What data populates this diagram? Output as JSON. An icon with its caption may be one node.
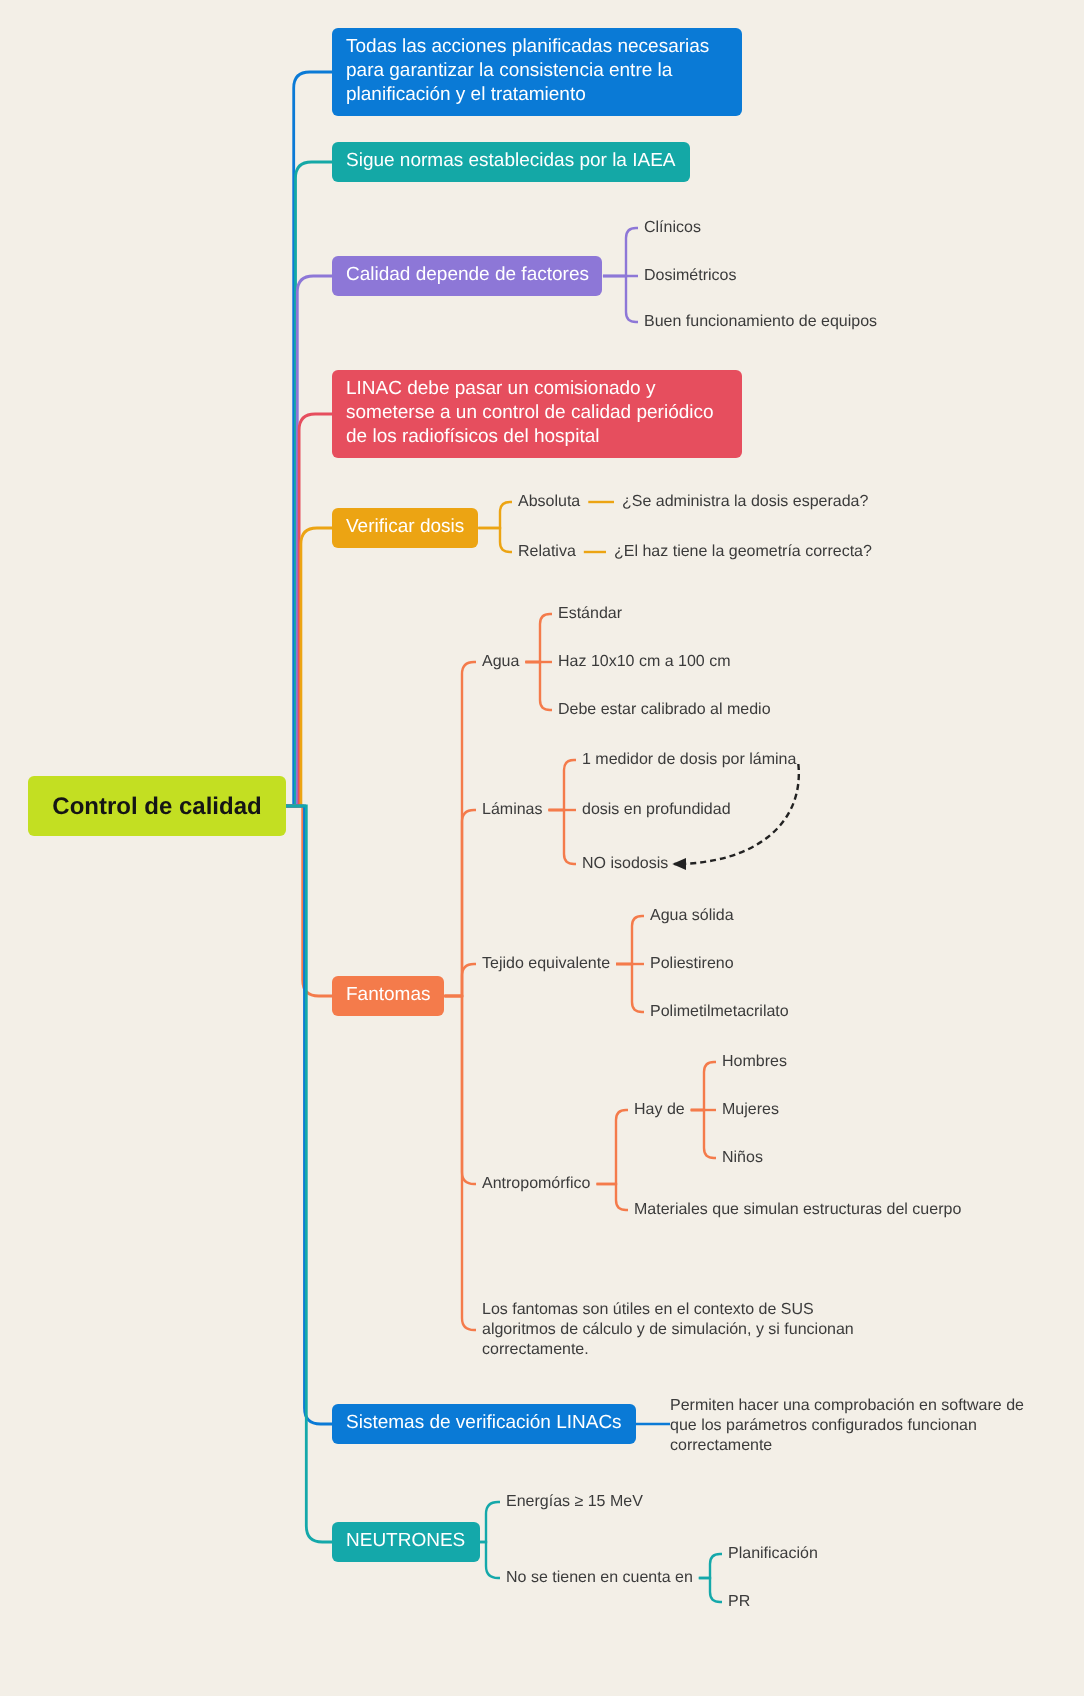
{
  "diagram": {
    "nodes": [
      {
        "text": [
          "Control de calidad"
        ]
      },
      {
        "text": [
          "Todas las acciones planificadas necesarias para garantizar la consistencia entre la planificación y el tratamiento"
        ]
      },
      {
        "text": [
          "Sigue normas establecidas por la IAEA"
        ]
      },
      {
        "text": [
          "Calidad depende de factores"
        ]
      },
      {
        "text": [
          "Clínicos"
        ]
      },
      {
        "text": [
          "Dosimétricos"
        ]
      },
      {
        "text": [
          "Buen funcionamiento de equipos"
        ]
      },
      {
        "text": [
          "LINAC debe pasar un comisionado y someterse a un control de calidad periódico de los radiofísicos del hospital"
        ]
      },
      {
        "text": [
          "Verificar dosis"
        ]
      },
      {
        "text": [
          "Absoluta"
        ]
      },
      {
        "text": [
          "¿Se administra la dosis esperada?"
        ]
      },
      {
        "text": [
          "Relativa"
        ]
      },
      {
        "text": [
          "¿El haz tiene la geometría correcta?"
        ]
      },
      {
        "text": [
          "Fantomas"
        ]
      },
      {
        "text": [
          "Agua"
        ]
      },
      {
        "text": [
          "Estándar"
        ]
      },
      {
        "text": [
          "Haz 10x10 cm a 100 cm"
        ]
      },
      {
        "text": [
          "Debe estar calibrado al medio"
        ]
      },
      {
        "text": [
          "Láminas"
        ]
      },
      {
        "text": [
          "1 medidor de dosis por lámina"
        ]
      },
      {
        "text": [
          "dosis en profundidad"
        ]
      },
      {
        "text": [
          "NO isodosis"
        ]
      },
      {
        "text": [
          "Tejido equivalente"
        ]
      },
      {
        "text": [
          "Agua sólida"
        ]
      },
      {
        "text": [
          "Poliestireno"
        ]
      },
      {
        "text": [
          "Polimetilmetacrilato"
        ]
      },
      {
        "text": [
          "Antropomórfico"
        ]
      },
      {
        "text": [
          "Hay de"
        ]
      },
      {
        "text": [
          "Hombres"
        ]
      },
      {
        "text": [
          "Mujeres"
        ]
      },
      {
        "text": [
          "Niños"
        ]
      },
      {
        "text": [
          "Materiales que simulan estructuras del cuerpo"
        ]
      },
      {
        "text": [
          "Los fantomas son útiles en el contexto de SUS algoritmos de cálculo y de simulación, y si funcionan correctamente."
        ]
      },
      {
        "text": [
          "Sistemas de verificación LINACs"
        ]
      },
      {
        "text": [
          "Permiten hacer una comprobación en software de que los parámetros configurados funcionan correctamente"
        ]
      },
      {
        "text": [
          "NEUTRONES"
        ]
      },
      {
        "text": [
          "Energías ≥ 15 MeV"
        ]
      },
      {
        "text": [
          "No se tienen en cuenta en"
        ]
      },
      {
        "text": [
          "Planificación"
        ]
      },
      {
        "text": [
          "PR"
        ]
      }
    ],
    "edges": [
      {
        "from": 0,
        "to": 1,
        "arrow": "none",
        "color": "#0a7ad6"
      },
      {
        "from": 0,
        "to": 2,
        "arrow": "none",
        "color": "#14a8a6"
      },
      {
        "from": 0,
        "to": 3,
        "arrow": "none",
        "color": "#8d77d7"
      },
      {
        "from": 0,
        "to": 7,
        "arrow": "none",
        "color": "#e64e5e"
      },
      {
        "from": 0,
        "to": 8,
        "arrow": "none",
        "color": "#eca413"
      },
      {
        "from": 0,
        "to": 13,
        "arrow": "none",
        "color": "#f47b4b"
      },
      {
        "from": 0,
        "to": 33,
        "arrow": "none",
        "color": "#0a7ad6"
      },
      {
        "from": 0,
        "to": 35,
        "arrow": "none",
        "color": "#14a8aa"
      },
      {
        "from": 3,
        "to": 4,
        "arrow": "none",
        "color": "#8d77d7"
      },
      {
        "from": 3,
        "to": 5,
        "arrow": "none",
        "color": "#8d77d7"
      },
      {
        "from": 3,
        "to": 6,
        "arrow": "none",
        "color": "#8d77d7"
      },
      {
        "from": 8,
        "to": 9,
        "arrow": "none",
        "color": "#eca413"
      },
      {
        "from": 9,
        "to": 10,
        "arrow": "none",
        "color": "#eca413"
      },
      {
        "from": 8,
        "to": 11,
        "arrow": "none",
        "color": "#eca413"
      },
      {
        "from": 11,
        "to": 12,
        "arrow": "none",
        "color": "#eca413"
      },
      {
        "from": 13,
        "to": 14,
        "arrow": "none",
        "color": "#f47b4b"
      },
      {
        "from": 14,
        "to": 15,
        "arrow": "none",
        "color": "#f47b4b"
      },
      {
        "from": 14,
        "to": 16,
        "arrow": "none",
        "color": "#f47b4b"
      },
      {
        "from": 14,
        "to": 17,
        "arrow": "none",
        "color": "#f47b4b"
      },
      {
        "from": 13,
        "to": 18,
        "arrow": "none",
        "color": "#f47b4b"
      },
      {
        "from": 18,
        "to": 19,
        "arrow": "none",
        "color": "#f47b4b"
      },
      {
        "from": 18,
        "to": 20,
        "arrow": "none",
        "color": "#f47b4b"
      },
      {
        "from": 18,
        "to": 21,
        "arrow": "none",
        "color": "#f47b4b"
      },
      {
        "from": 13,
        "to": 22,
        "arrow": "none",
        "color": "#f47b4b"
      },
      {
        "from": 22,
        "to": 23,
        "arrow": "none",
        "color": "#f47b4b"
      },
      {
        "from": 22,
        "to": 24,
        "arrow": "none",
        "color": "#f47b4b"
      },
      {
        "from": 22,
        "to": 25,
        "arrow": "none",
        "color": "#f47b4b"
      },
      {
        "from": 13,
        "to": 26,
        "arrow": "none",
        "color": "#f47b4b"
      },
      {
        "from": 26,
        "to": 27,
        "arrow": "none",
        "color": "#f47b4b"
      },
      {
        "from": 27,
        "to": 28,
        "arrow": "none",
        "color": "#f47b4b"
      },
      {
        "from": 27,
        "to": 29,
        "arrow": "none",
        "color": "#f47b4b"
      },
      {
        "from": 27,
        "to": 30,
        "arrow": "none",
        "color": "#f47b4b"
      },
      {
        "from": 26,
        "to": 31,
        "arrow": "none",
        "color": "#f47b4b"
      },
      {
        "from": 13,
        "to": 32,
        "arrow": "none",
        "color": "#f47b4b"
      },
      {
        "from": 19,
        "to": 21,
        "arrow": "to",
        "style": "dashed",
        "color": "#222222"
      },
      {
        "from": 33,
        "to": 34,
        "arrow": "none",
        "color": "#0a7ad6"
      },
      {
        "from": 35,
        "to": 36,
        "arrow": "none",
        "color": "#14a8aa"
      },
      {
        "from": 35,
        "to": 37,
        "arrow": "none",
        "color": "#14a8aa"
      },
      {
        "from": 37,
        "to": 38,
        "arrow": "none",
        "color": "#14a8aa"
      },
      {
        "from": 37,
        "to": 39,
        "arrow": "none",
        "color": "#14a8aa"
      }
    ]
  }
}
